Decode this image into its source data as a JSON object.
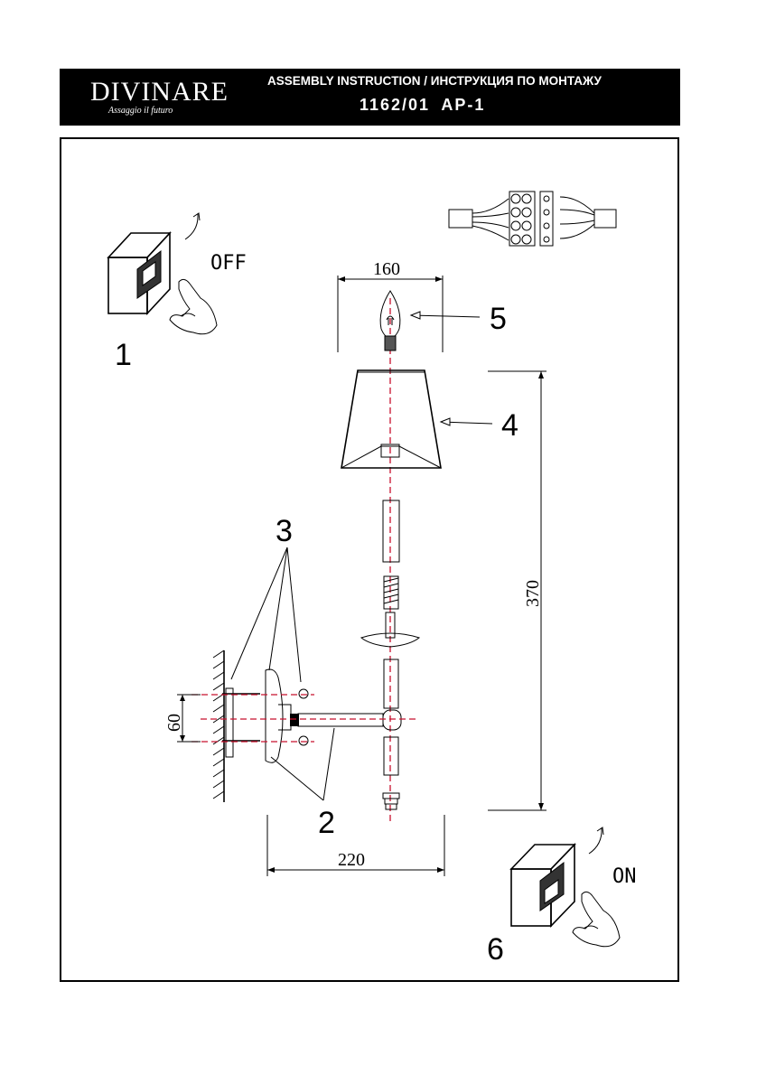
{
  "header": {
    "brand": "DIVINARE",
    "brand_tagline": "Assaggio il futuro",
    "title": "ASSEMBLY INSTRUCTION / ИНСТРУКЦИЯ ПО МОНТАЖУ",
    "model": "1162/01 AP-1"
  },
  "steps": {
    "s1": "1",
    "s2": "2",
    "s3": "3",
    "s4": "4",
    "s5": "5",
    "s6": "6"
  },
  "switch_labels": {
    "off": "OFF",
    "on": "ON"
  },
  "dimensions": {
    "bulb_width": "160",
    "height": "370",
    "mount_spacing": "60",
    "projection": "220"
  },
  "colors": {
    "header_bg": "#000000",
    "axis_line": "#c8102e"
  }
}
